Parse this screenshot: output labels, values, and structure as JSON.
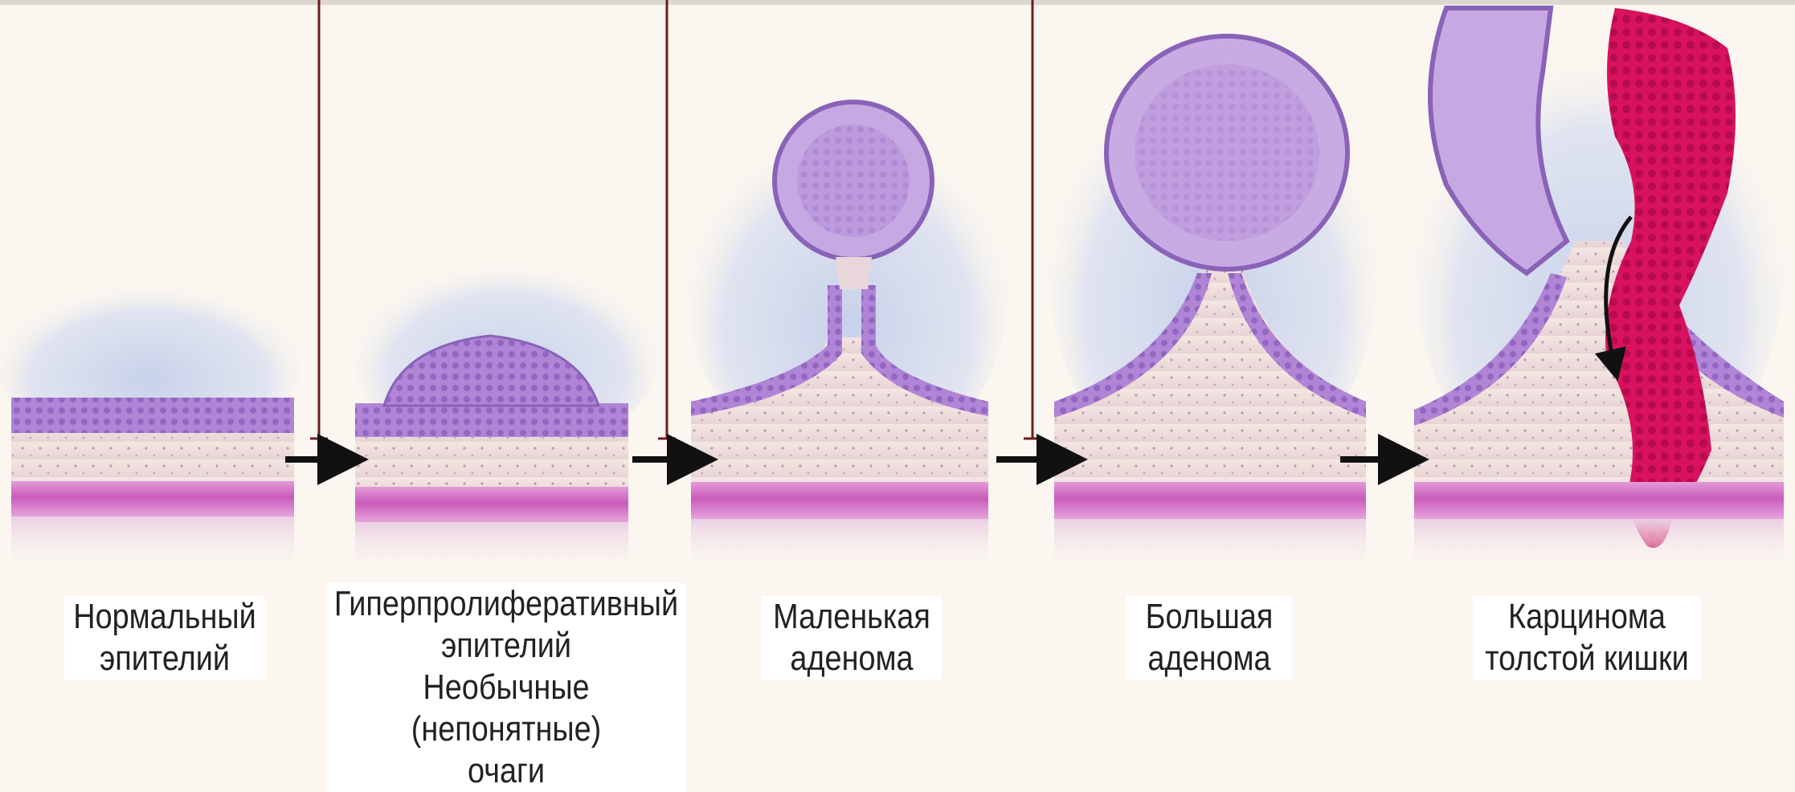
{
  "stages": [
    {
      "lines": [
        "Нормальный",
        "эпителий"
      ]
    },
    {
      "lines": [
        "Гиперпролиферативный",
        "эпителий",
        "Необычные (непонятные)",
        "очаги"
      ]
    },
    {
      "lines": [
        "Маленькая",
        "аденома"
      ]
    },
    {
      "lines": [
        "Большая",
        "аденома"
      ]
    },
    {
      "lines": [
        "Карцинома",
        "толстой кишки"
      ]
    }
  ],
  "colors": {
    "background": "#fbf6ef",
    "halo": "#c9d3ec",
    "epithelium": "#a97fd0",
    "epithelium_dark": "#7e5bab",
    "stroma": "#efe0dc",
    "muscle_band": "#cf6fc4",
    "carcinoma": "#d6125f",
    "arrow": "#111111",
    "inhibitor_line": "#6b1d1d"
  }
}
